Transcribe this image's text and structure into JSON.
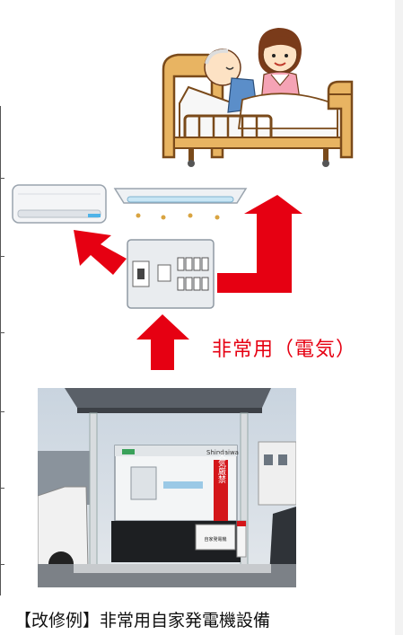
{
  "caption": "【改修例】非常用自家発電機設備",
  "emergency_label": "非常用（電気）",
  "generator": {
    "sign_vertical": "火気厳禁",
    "brand": "Shindaiwa",
    "plate_text": "自家発電機"
  },
  "colors": {
    "arrow_red": "#e60012",
    "label_red": "#e60012",
    "bed_wood": "#e8b462",
    "panel_gray": "#e9ecef"
  },
  "icons": {
    "bed": "hospital-bed-illustration",
    "air_conditioner": "air-conditioner-icon",
    "light": "ceiling-light-icon",
    "panel": "distribution-board-icon",
    "generator": "generator-photo"
  }
}
